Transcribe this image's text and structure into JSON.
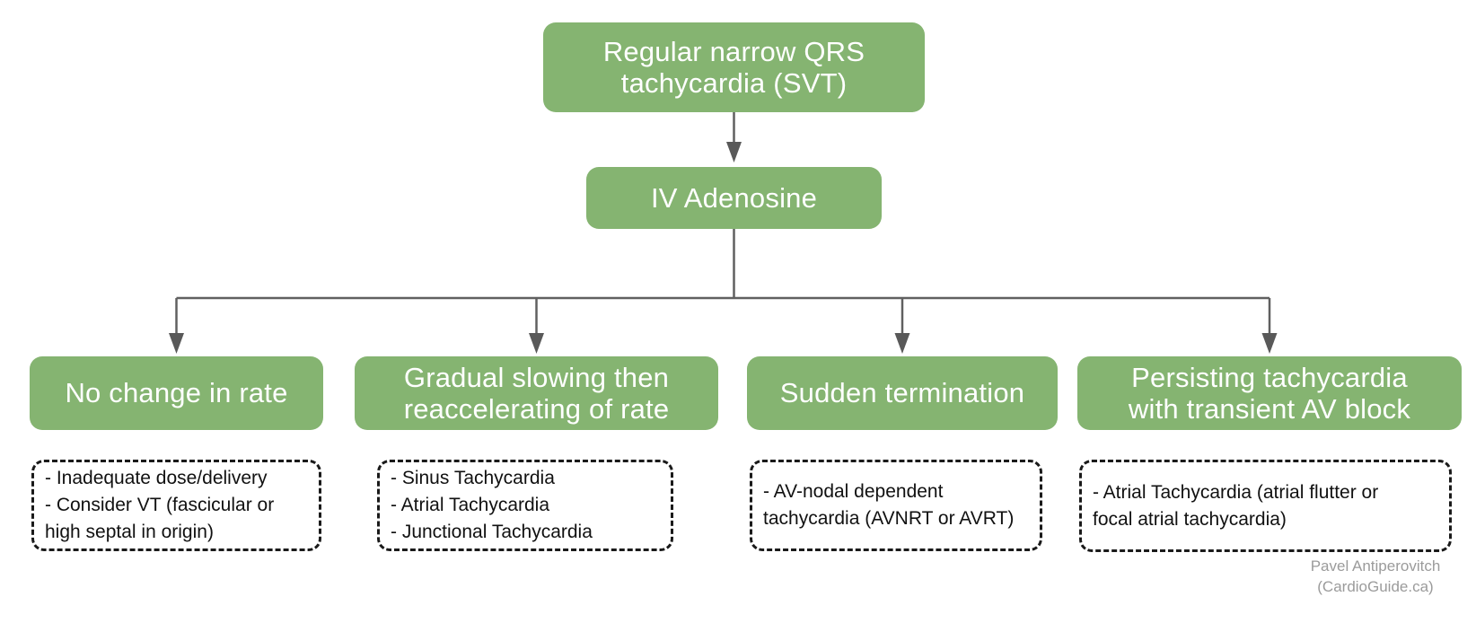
{
  "diagram": {
    "type": "flowchart",
    "topic": "Response of regular narrow QRS tachycardia (SVT) to IV Adenosine",
    "nodes": {
      "root": {
        "label": "Regular narrow QRS\ntachycardia (SVT)"
      },
      "adenosine": {
        "label": "IV Adenosine"
      }
    },
    "branches": [
      {
        "label": "No change in rate",
        "detail": "- Inadequate dose/delivery\n- Consider VT (fascicular or\nhigh septal in origin)"
      },
      {
        "label": "Gradual slowing then\nreaccelerating of rate",
        "detail": "- Sinus Tachycardia\n- Atrial Tachycardia\n- Junctional Tachycardia"
      },
      {
        "label": "Sudden termination",
        "detail": "- AV-nodal dependent\ntachycardia (AVNRT or AVRT)"
      },
      {
        "label": "Persisting tachycardia\nwith transient AV block",
        "detail": "- Atrial Tachycardia (atrial flutter or\nfocal atrial tachycardia)"
      }
    ],
    "credit": "Pavel Antiperovitch\n(CardioGuide.ca)",
    "colors": {
      "node_fill": "#85b471",
      "node_text": "#ffffff",
      "connector": "#606060",
      "arrowhead": "#595959",
      "dashed_border": "#1a1a1a",
      "detail_text": "#111111",
      "credit_text": "#9b9b9b"
    }
  }
}
